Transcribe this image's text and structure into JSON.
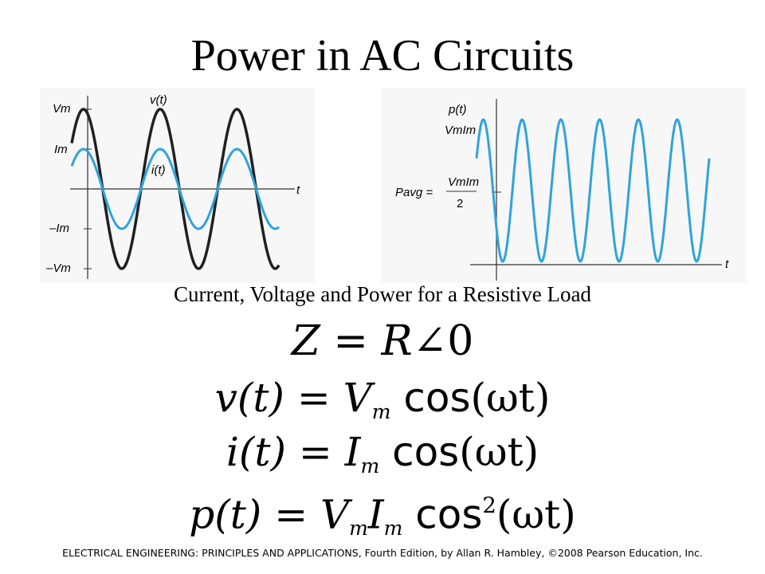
{
  "slide": {
    "title": "Power in AC Circuits",
    "caption": "Current, Voltage and Power for a Resistive Load",
    "footer": "ELECTRICAL ENGINEERING: PRINCIPLES AND APPLICATIONS, Fourth Edition, by Allan R. Hambley, ©2008 Pearson Education, Inc."
  },
  "equations": {
    "impedance": {
      "lhs": "Z",
      "rhs_r": "R",
      "rhs_angle": "∠0"
    },
    "voltage": {
      "lhs": "v(t)",
      "amp": "V",
      "amp_sub": "m",
      "fn": "cos",
      "arg": "(ωt)"
    },
    "current": {
      "lhs": "i(t)",
      "amp": "I",
      "amp_sub": "m",
      "fn": "cos",
      "arg": "(ωt)"
    },
    "power": {
      "lhs": "p(t)",
      "amp1": "V",
      "amp1_sub": "m",
      "amp2": "I",
      "amp2_sub": "m",
      "fn": "cos",
      "exp": "2",
      "arg": "(ωt)"
    }
  },
  "colors": {
    "voltage_curve": "#231f20",
    "current_curve": "#2fa3dc",
    "power_curve": "#2fa3dc",
    "panel_bg": "#f7f7f7"
  },
  "chart_data": [
    {
      "type": "line",
      "labels": {
        "y_top": "Vm",
        "y_mid": "Im",
        "y_neg_mid": "–Im",
        "y_bottom": "–Vm",
        "x_axis": "t",
        "v_curve": "v(t)",
        "i_curve": "i(t)"
      },
      "series": [
        {
          "name": "v(t)",
          "amplitude": 1.0,
          "cycles": 2.7,
          "phase_deg": -55
        },
        {
          "name": "i(t)",
          "amplitude": 0.5,
          "cycles": 2.7,
          "phase_deg": -55
        }
      ],
      "ylim": [
        -1,
        1
      ]
    },
    {
      "type": "line",
      "labels": {
        "y_top_num": "p(t)",
        "y_top": "VmIm",
        "y_avg_lhs": "Pavg =",
        "y_avg_num": "VmIm",
        "y_avg_den": "2",
        "x_axis": "t"
      },
      "series": [
        {
          "name": "p(t)",
          "peaks": 6,
          "min": 0,
          "max": 1,
          "average": 0.5
        }
      ],
      "ylim": [
        0,
        1
      ]
    }
  ]
}
